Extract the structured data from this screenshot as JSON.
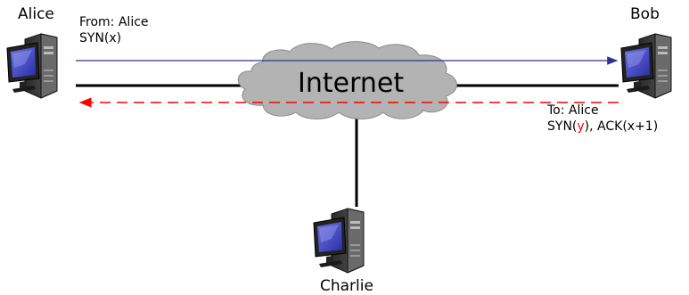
{
  "nodes": {
    "alice": "Alice",
    "bob": "Bob",
    "charlie": "Charlie"
  },
  "network": {
    "label": "Internet"
  },
  "message_syn": {
    "from": "From: Alice",
    "content": "SYN(x)"
  },
  "message_synack": {
    "to": "To: Alice",
    "prefix": "SYN(",
    "highlight": "y",
    "suffix": "), ACK(x+1)"
  },
  "colors": {
    "syn_arrow": "#2e3192",
    "synack_arrow": "#ff0000",
    "highlight": "#ff0000",
    "link": "#000000",
    "cloud_fill": "#b3b3b3"
  }
}
